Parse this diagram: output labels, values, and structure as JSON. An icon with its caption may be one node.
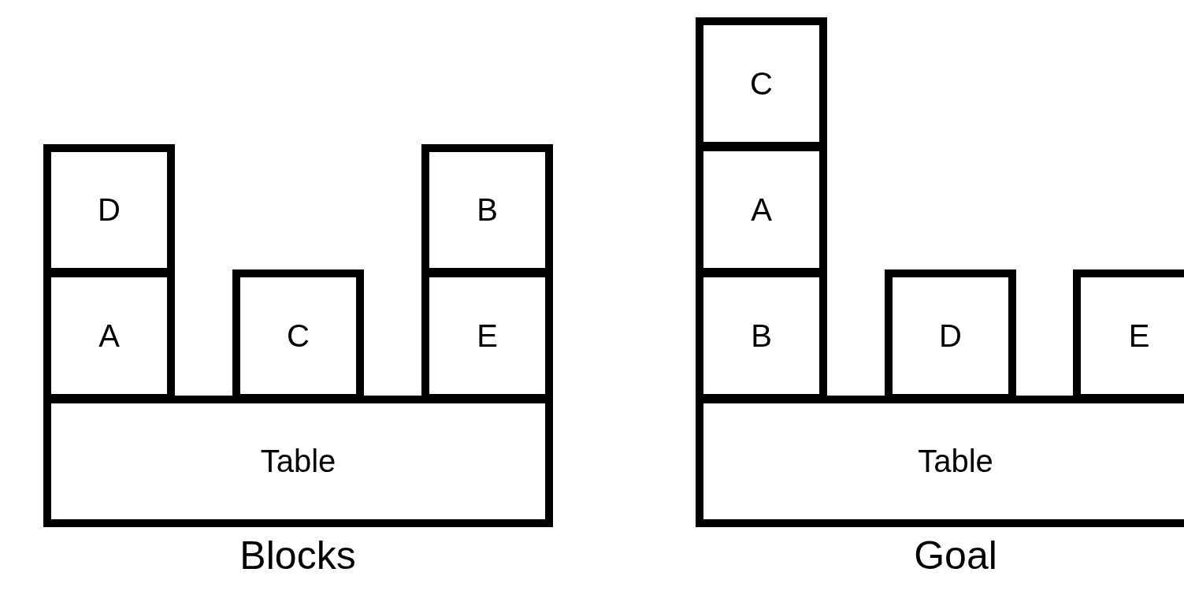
{
  "diagram": {
    "nodes": [
      {
        "text": [
          "D"
        ]
      },
      {
        "text": [
          "B"
        ]
      },
      {
        "text": [
          "A"
        ]
      },
      {
        "text": [
          "C"
        ]
      },
      {
        "text": [
          "E"
        ]
      },
      {
        "text": [
          "Table"
        ]
      },
      {
        "text": [
          "C"
        ]
      },
      {
        "text": [
          "A"
        ]
      },
      {
        "text": [
          "B"
        ]
      },
      {
        "text": [
          "D"
        ]
      },
      {
        "text": [
          "E"
        ]
      },
      {
        "text": [
          "Table"
        ]
      }
    ],
    "labels": [
      "Blocks",
      "Goal"
    ]
  }
}
